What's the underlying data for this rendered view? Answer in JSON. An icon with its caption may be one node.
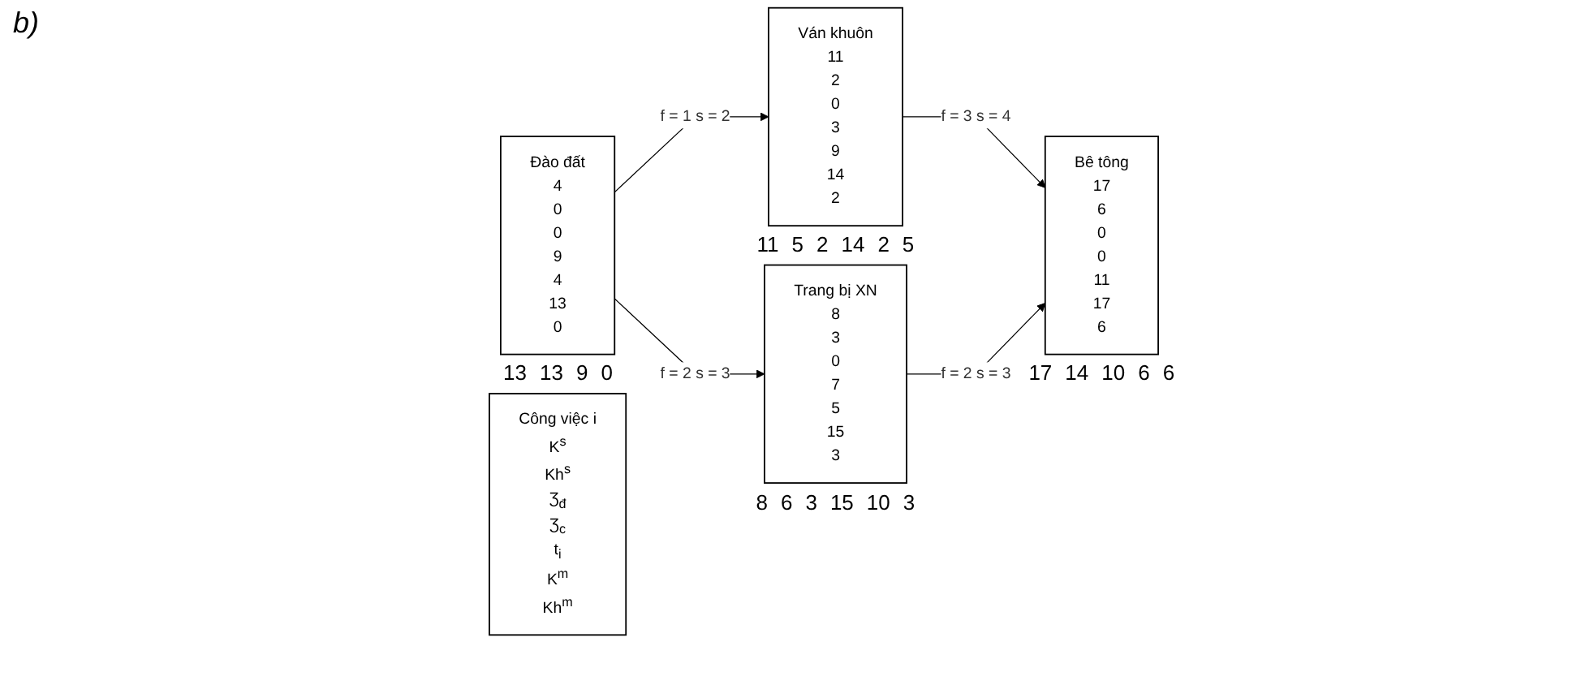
{
  "diagram": {
    "nodes": [
      {
        "text": [
          "Đào đất",
          "4",
          "0",
          "0",
          "9",
          "4",
          "13",
          "0"
        ],
        "beside": [
          "13",
          "13",
          "9",
          "0"
        ]
      },
      {
        "text": [
          "Ván khuôn",
          "11",
          "2",
          "0",
          "3",
          "9",
          "14",
          "2"
        ],
        "beside": [
          "11",
          "5",
          "2",
          "14",
          "2",
          "5"
        ]
      },
      {
        "text": [
          "Bê tông",
          "17",
          "6",
          "0",
          "0",
          "11",
          "17",
          "6"
        ],
        "beside": [
          "17",
          "14",
          "10",
          "6",
          "6"
        ]
      },
      {
        "text": [
          "Trang bị XN",
          "8",
          "3",
          "0",
          "7",
          "5",
          "15",
          "3"
        ],
        "beside": [
          "8",
          "6",
          "3",
          "15",
          "10",
          "3"
        ]
      },
      {
        "text": [
          "Công việc i",
          "K$^{s}$",
          "Kh$^{s}$",
          "Ʒ$_{đ}$",
          "Ʒ$_{c}$",
          "t$_{i}$",
          "K$^{m}$",
          "Kh$^{m}$"
        ]
      }
    ],
    "edges": [
      {
        "from": 0,
        "to": 1,
        "arrow": "to",
        "label": "f = 1 s = 2"
      },
      {
        "from": 1,
        "to": 2,
        "arrow": "to",
        "label": "f = 3 s = 4"
      },
      {
        "from": 0,
        "to": 3,
        "arrow": "to",
        "label": "f = 2 s = 3"
      },
      {
        "from": 3,
        "to": 2,
        "arrow": "to",
        "label": "f = 2 s = 3"
      }
    ],
    "labels": [
      "b)"
    ]
  }
}
